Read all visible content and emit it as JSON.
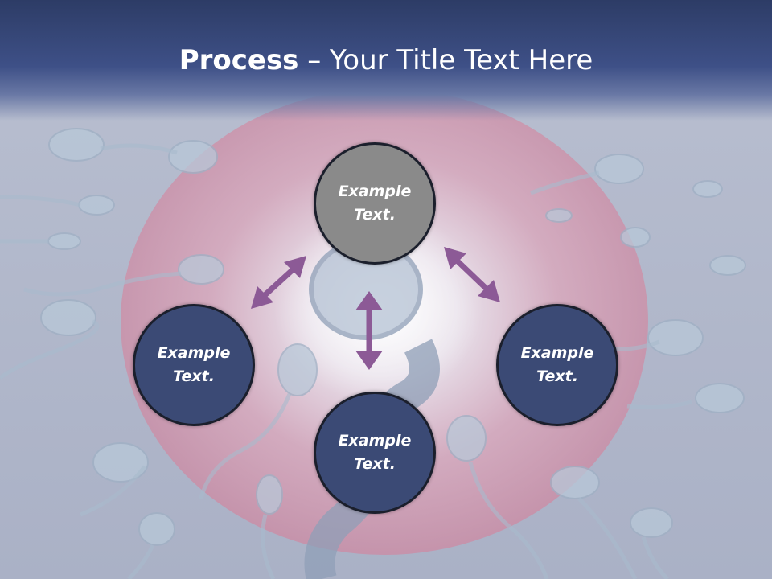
{
  "title": {
    "bold": "Process",
    "rest": " – Your Title Text Here"
  },
  "nodes": {
    "top": {
      "line1": "Example",
      "line2": "Text."
    },
    "left": {
      "line1": "Example",
      "line2": "Text."
    },
    "right": {
      "line1": "Example",
      "line2": "Text."
    },
    "bottom": {
      "line1": "Example",
      "line2": "Text."
    }
  },
  "colors": {
    "title_bar": "#3e5087",
    "node_dark": "#3b4a75",
    "node_top": "#8a8a8a",
    "arrow": "#8c5a96"
  }
}
